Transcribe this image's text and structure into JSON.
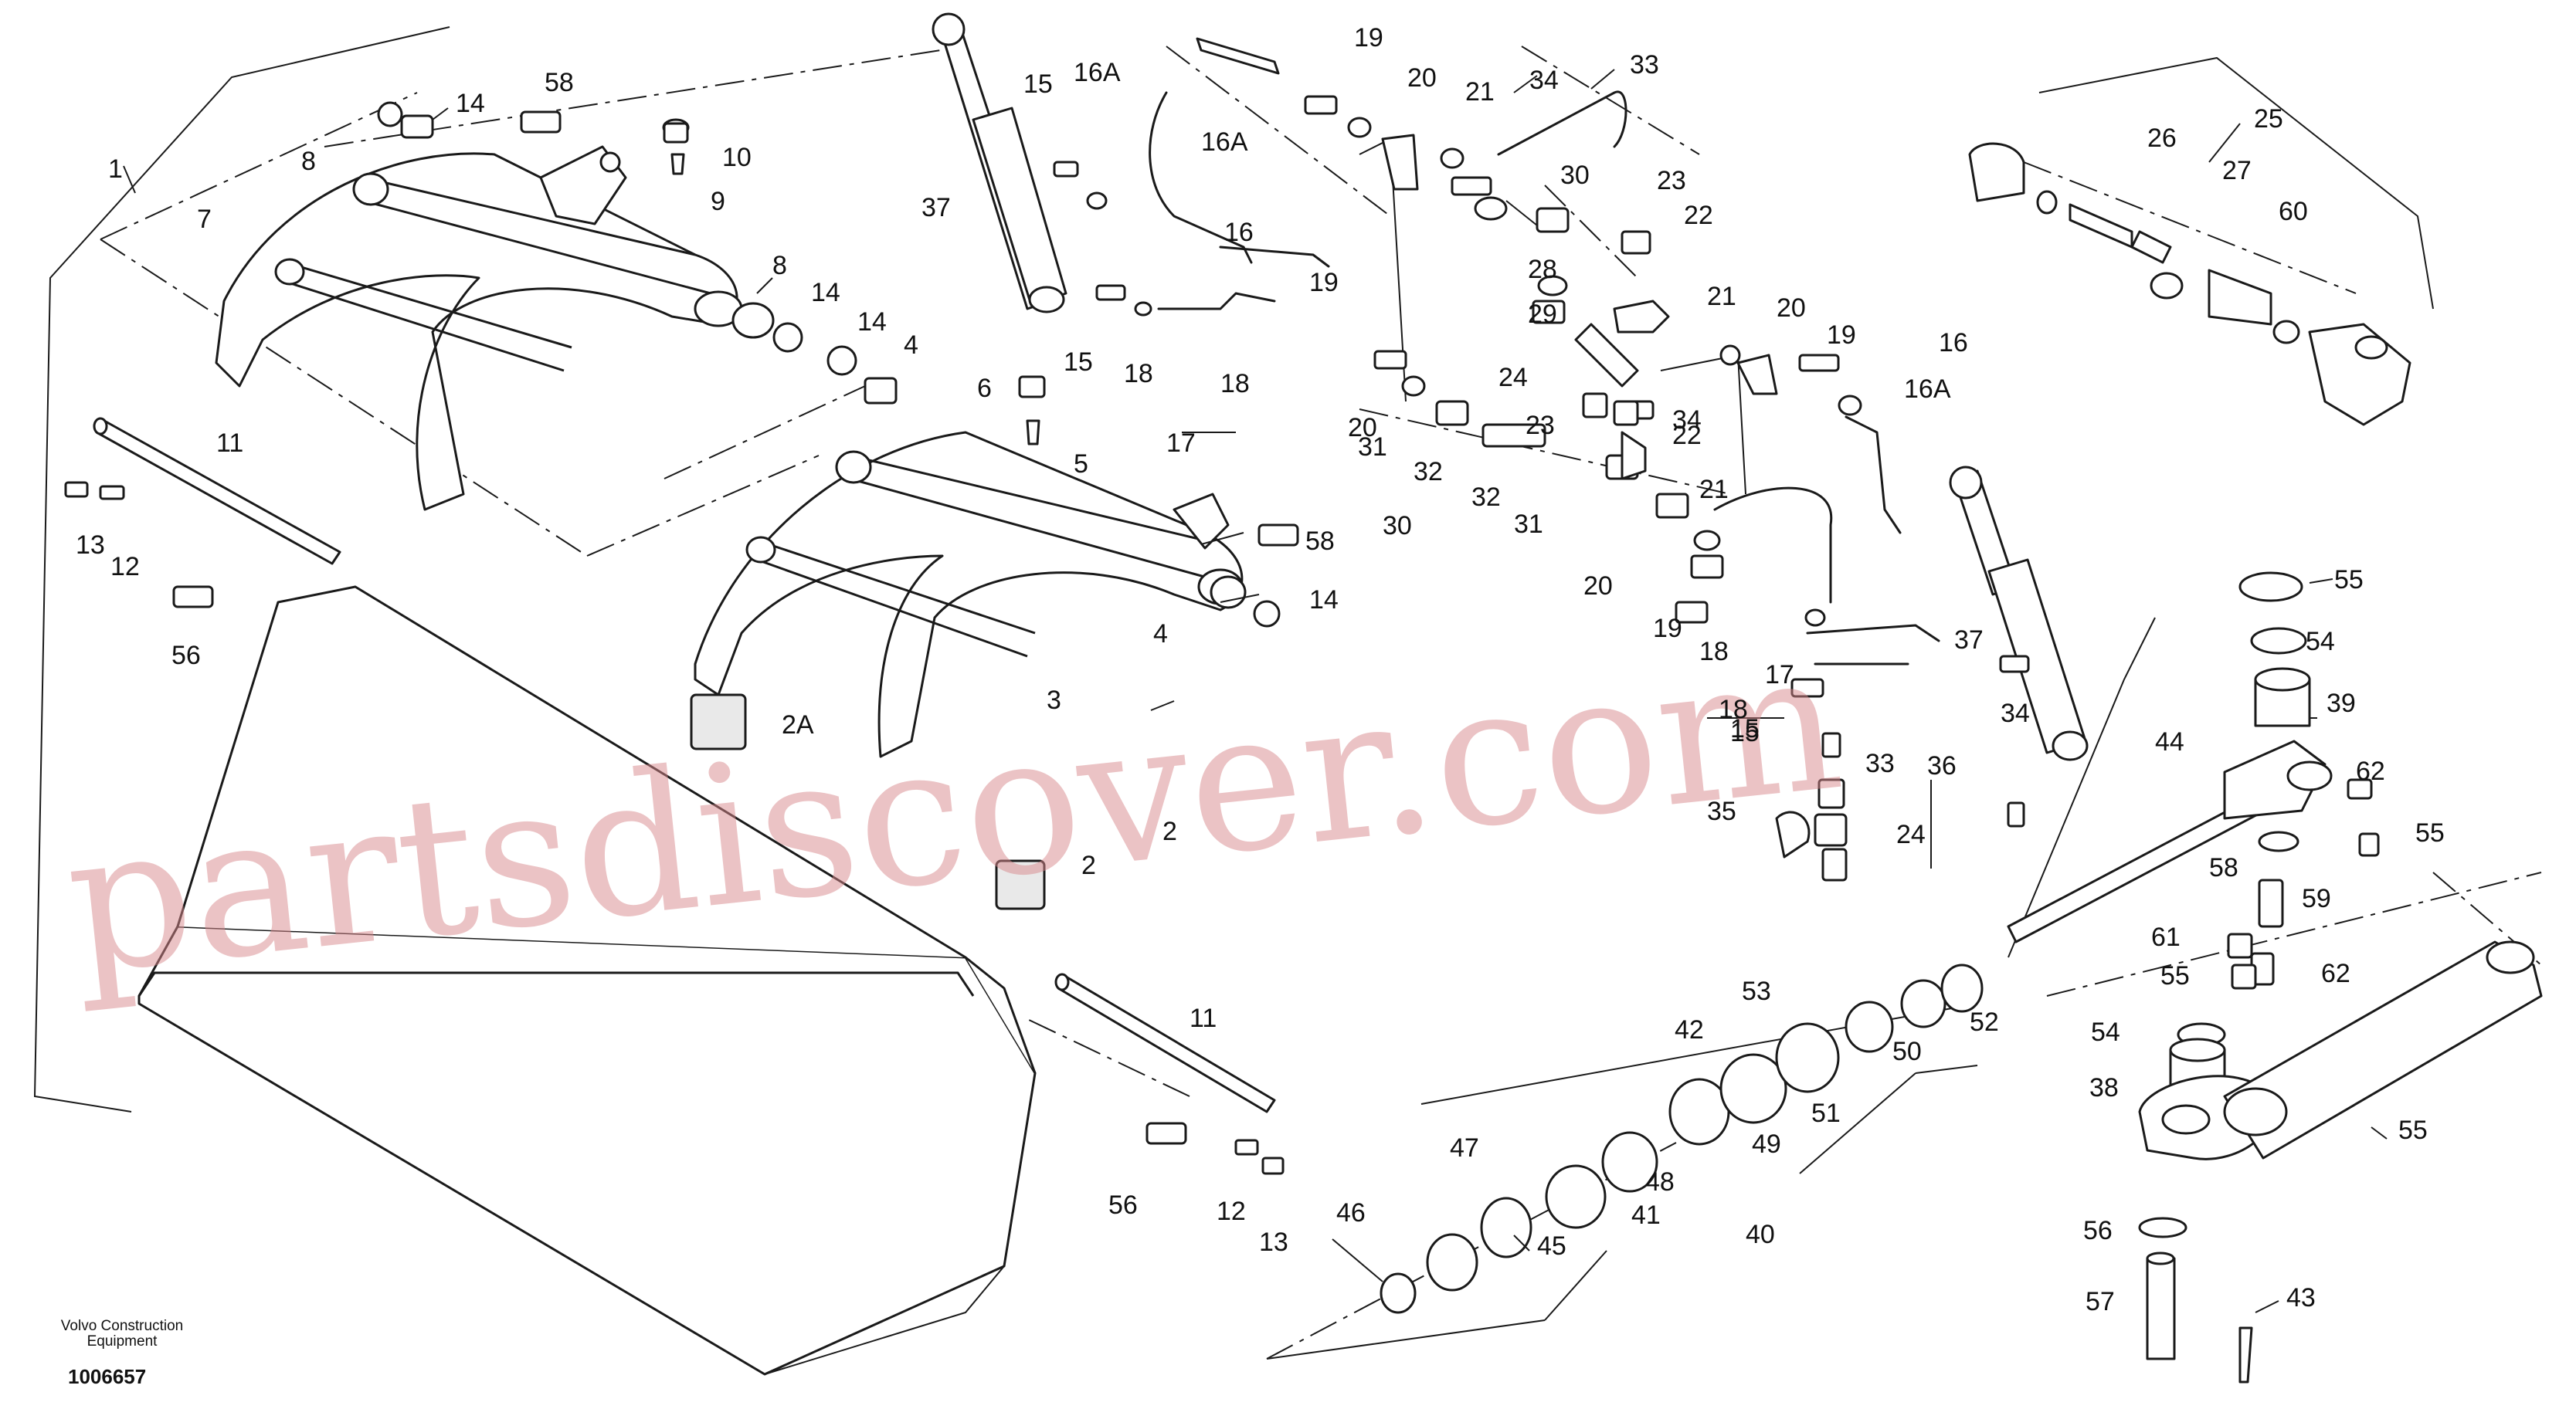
{
  "brand": {
    "line1": "Volvo Construction",
    "line2": "Equipment",
    "doc_number": "1006657"
  },
  "watermark": "partsdiscover.com",
  "colors": {
    "line": "#1a1a1a",
    "watermark": "#d9898c",
    "background": "#ffffff"
  },
  "labels": [
    "1",
    "58",
    "14",
    "10",
    "8",
    "9",
    "7",
    "8",
    "14",
    "14",
    "4",
    "6",
    "5",
    "11",
    "13",
    "12",
    "56",
    "4",
    "3",
    "58",
    "14",
    "2A",
    "2",
    "2",
    "11",
    "56",
    "12",
    "13",
    "37",
    "15",
    "16A",
    "16A",
    "16",
    "15",
    "18",
    "18",
    "17",
    "19",
    "20",
    "19",
    "20",
    "21",
    "34",
    "33",
    "30",
    "23",
    "22",
    "28",
    "29",
    "21",
    "24",
    "23",
    "20",
    "19",
    "16",
    "16A",
    "31",
    "32",
    "32",
    "31",
    "30",
    "22",
    "34",
    "21",
    "20",
    "19",
    "18",
    "17",
    "18",
    "15",
    "15",
    "37",
    "34",
    "33",
    "36",
    "35",
    "24",
    "25",
    "26",
    "27",
    "60",
    "55",
    "54",
    "39",
    "44",
    "62",
    "55",
    "58",
    "59",
    "62",
    "61",
    "55",
    "54",
    "38",
    "55",
    "56",
    "57",
    "43",
    "42",
    "53",
    "52",
    "50",
    "51",
    "49",
    "48",
    "41",
    "47",
    "45",
    "40",
    "46"
  ]
}
